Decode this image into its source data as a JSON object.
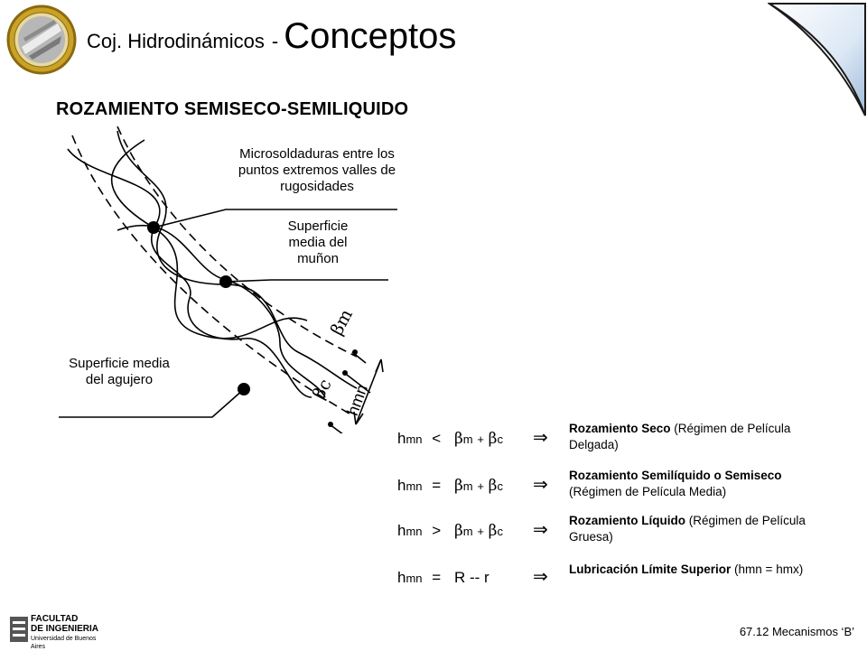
{
  "header": {
    "title_small": "Coj. Hidrodinámicos",
    "separator": "-",
    "title_big": "Conceptos"
  },
  "section_heading": "ROZAMIENTO SEMISECO-SEMILIQUIDO",
  "diagram": {
    "label_microsoldaduras": "Microsoldaduras entre los puntos extremos valles de rugosidades",
    "label_sup_munon": "Superficie media del muñon",
    "label_sup_agujero": "Superficie media del agujero",
    "label_beta_m": "βm",
    "label_beta_c": "βc",
    "label_hmn": "hmn"
  },
  "conditions": [
    {
      "lhs": "h",
      "lhs_sub": "mn",
      "op": "<",
      "rhs_a": "β",
      "rhs_a_sub": "m",
      "plus": "+",
      "rhs_b": "β",
      "rhs_b_sub": "c",
      "arrow": "⇒",
      "desc_bold": "Rozamiento Seco",
      "desc_rest": "(Régimen de Película Delgada)"
    },
    {
      "lhs": "h",
      "lhs_sub": "mn",
      "op": "=",
      "rhs_a": "β",
      "rhs_a_sub": "m",
      "plus": "+",
      "rhs_b": "β",
      "rhs_b_sub": "c",
      "arrow": "⇒",
      "desc_bold": "Rozamiento Semilíquido o Semiseco",
      "desc_rest": "(Régimen de Película Media)"
    },
    {
      "lhs": "h",
      "lhs_sub": "mn",
      "op": ">",
      "rhs_a": "β",
      "rhs_a_sub": "m",
      "plus": "+",
      "rhs_b": "β",
      "rhs_b_sub": "c",
      "arrow": "⇒",
      "desc_bold": "Rozamiento Líquido",
      "desc_rest": "(Régimen de Película Gruesa)"
    },
    {
      "lhs": "h",
      "lhs_sub": "mn",
      "op": "=",
      "rhs_expr": "R -- r",
      "arrow": "⇒",
      "desc_bold": "Lubricación Límite Superior",
      "desc_rest": "(hmn = hmx)"
    }
  ],
  "footer": {
    "logo_line1": "FACULTAD",
    "logo_line2": "DE INGENIERIA",
    "logo_line3": "Universidad de Buenos Aires",
    "course": "67.12 Mecanismos ‘B’"
  }
}
